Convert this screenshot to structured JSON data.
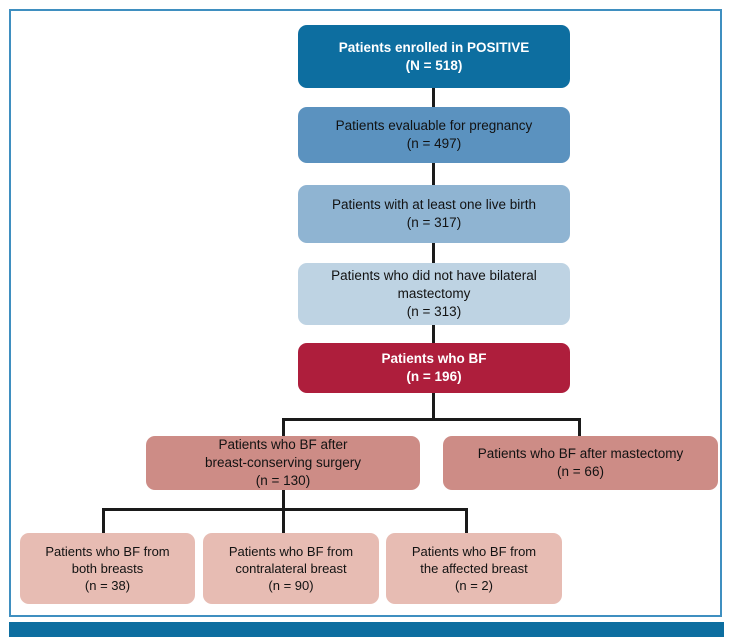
{
  "figure": {
    "type": "flow-diagram",
    "title": "CONSORT-style patient flow diagram",
    "frame_color": "#3f8fc0",
    "bottom_bar_color": "#0d6ea0"
  },
  "chart_data": {
    "type": "table",
    "title": "Patient flow: POSITIVE trial breastfeeding cohort",
    "categories": [
      "Patients enrolled in POSITIVE",
      "Patients evaluable for pregnancy",
      "Patients with at least one live birth",
      "Patients who did not have bilateral mastectomy",
      "Patients who BF",
      "Patients who BF after breast-conserving surgery",
      "Patients who BF after mastectomy",
      "Patients who BF from both breasts",
      "Patients who BF from contralateral breast",
      "Patients who BF from the affected breast"
    ],
    "values": [
      518,
      497,
      317,
      313,
      196,
      130,
      66,
      38,
      90,
      2
    ]
  },
  "nodes": {
    "enrolled": {
      "line1": "Patients enrolled in POSITIVE",
      "line2": "(N = 518)",
      "line3": "",
      "color": "#0d6ea0",
      "count": 518
    },
    "evaluable": {
      "line1": "Patients evaluable for pregnancy",
      "line2": "(n = 497)",
      "line3": "",
      "color": "#5b92bf",
      "count": 497
    },
    "live_birth": {
      "line1": "Patients with at least one live birth",
      "line2": "(n = 317)",
      "line3": "",
      "color": "#8fb4d2",
      "count": 317
    },
    "no_bilateral_mastectomy": {
      "line1": "Patients who did not have bilateral",
      "line2": "mastectomy",
      "line3": "(n = 313)",
      "color": "#bed3e3",
      "count": 313
    },
    "bf": {
      "line1": "Patients who BF",
      "line2": "(n = 196)",
      "line3": "",
      "color": "#ae1e3c",
      "count": 196
    },
    "bf_bcs": {
      "line1": "Patients who BF after",
      "line2": "breast-conserving surgery",
      "line3": "(n = 130)",
      "color": "#cd8c86",
      "count": 130
    },
    "bf_mastectomy": {
      "line1": "Patients who BF after mastectomy",
      "line2": "(n = 66)",
      "line3": "",
      "color": "#cd8c86",
      "count": 66
    },
    "bf_both": {
      "line1": "Patients who BF from",
      "line2": "both breasts",
      "line3": "(n = 38)",
      "color": "#e7bcb3",
      "count": 38
    },
    "bf_contralateral": {
      "line1": "Patients who BF from",
      "line2": "contralateral breast",
      "line3": "(n = 90)",
      "color": "#e7bcb3",
      "count": 90
    },
    "bf_affected": {
      "line1": "Patients who BF from",
      "line2": "the affected breast",
      "line3": "(n = 2)",
      "color": "#e7bcb3",
      "count": 2
    }
  }
}
